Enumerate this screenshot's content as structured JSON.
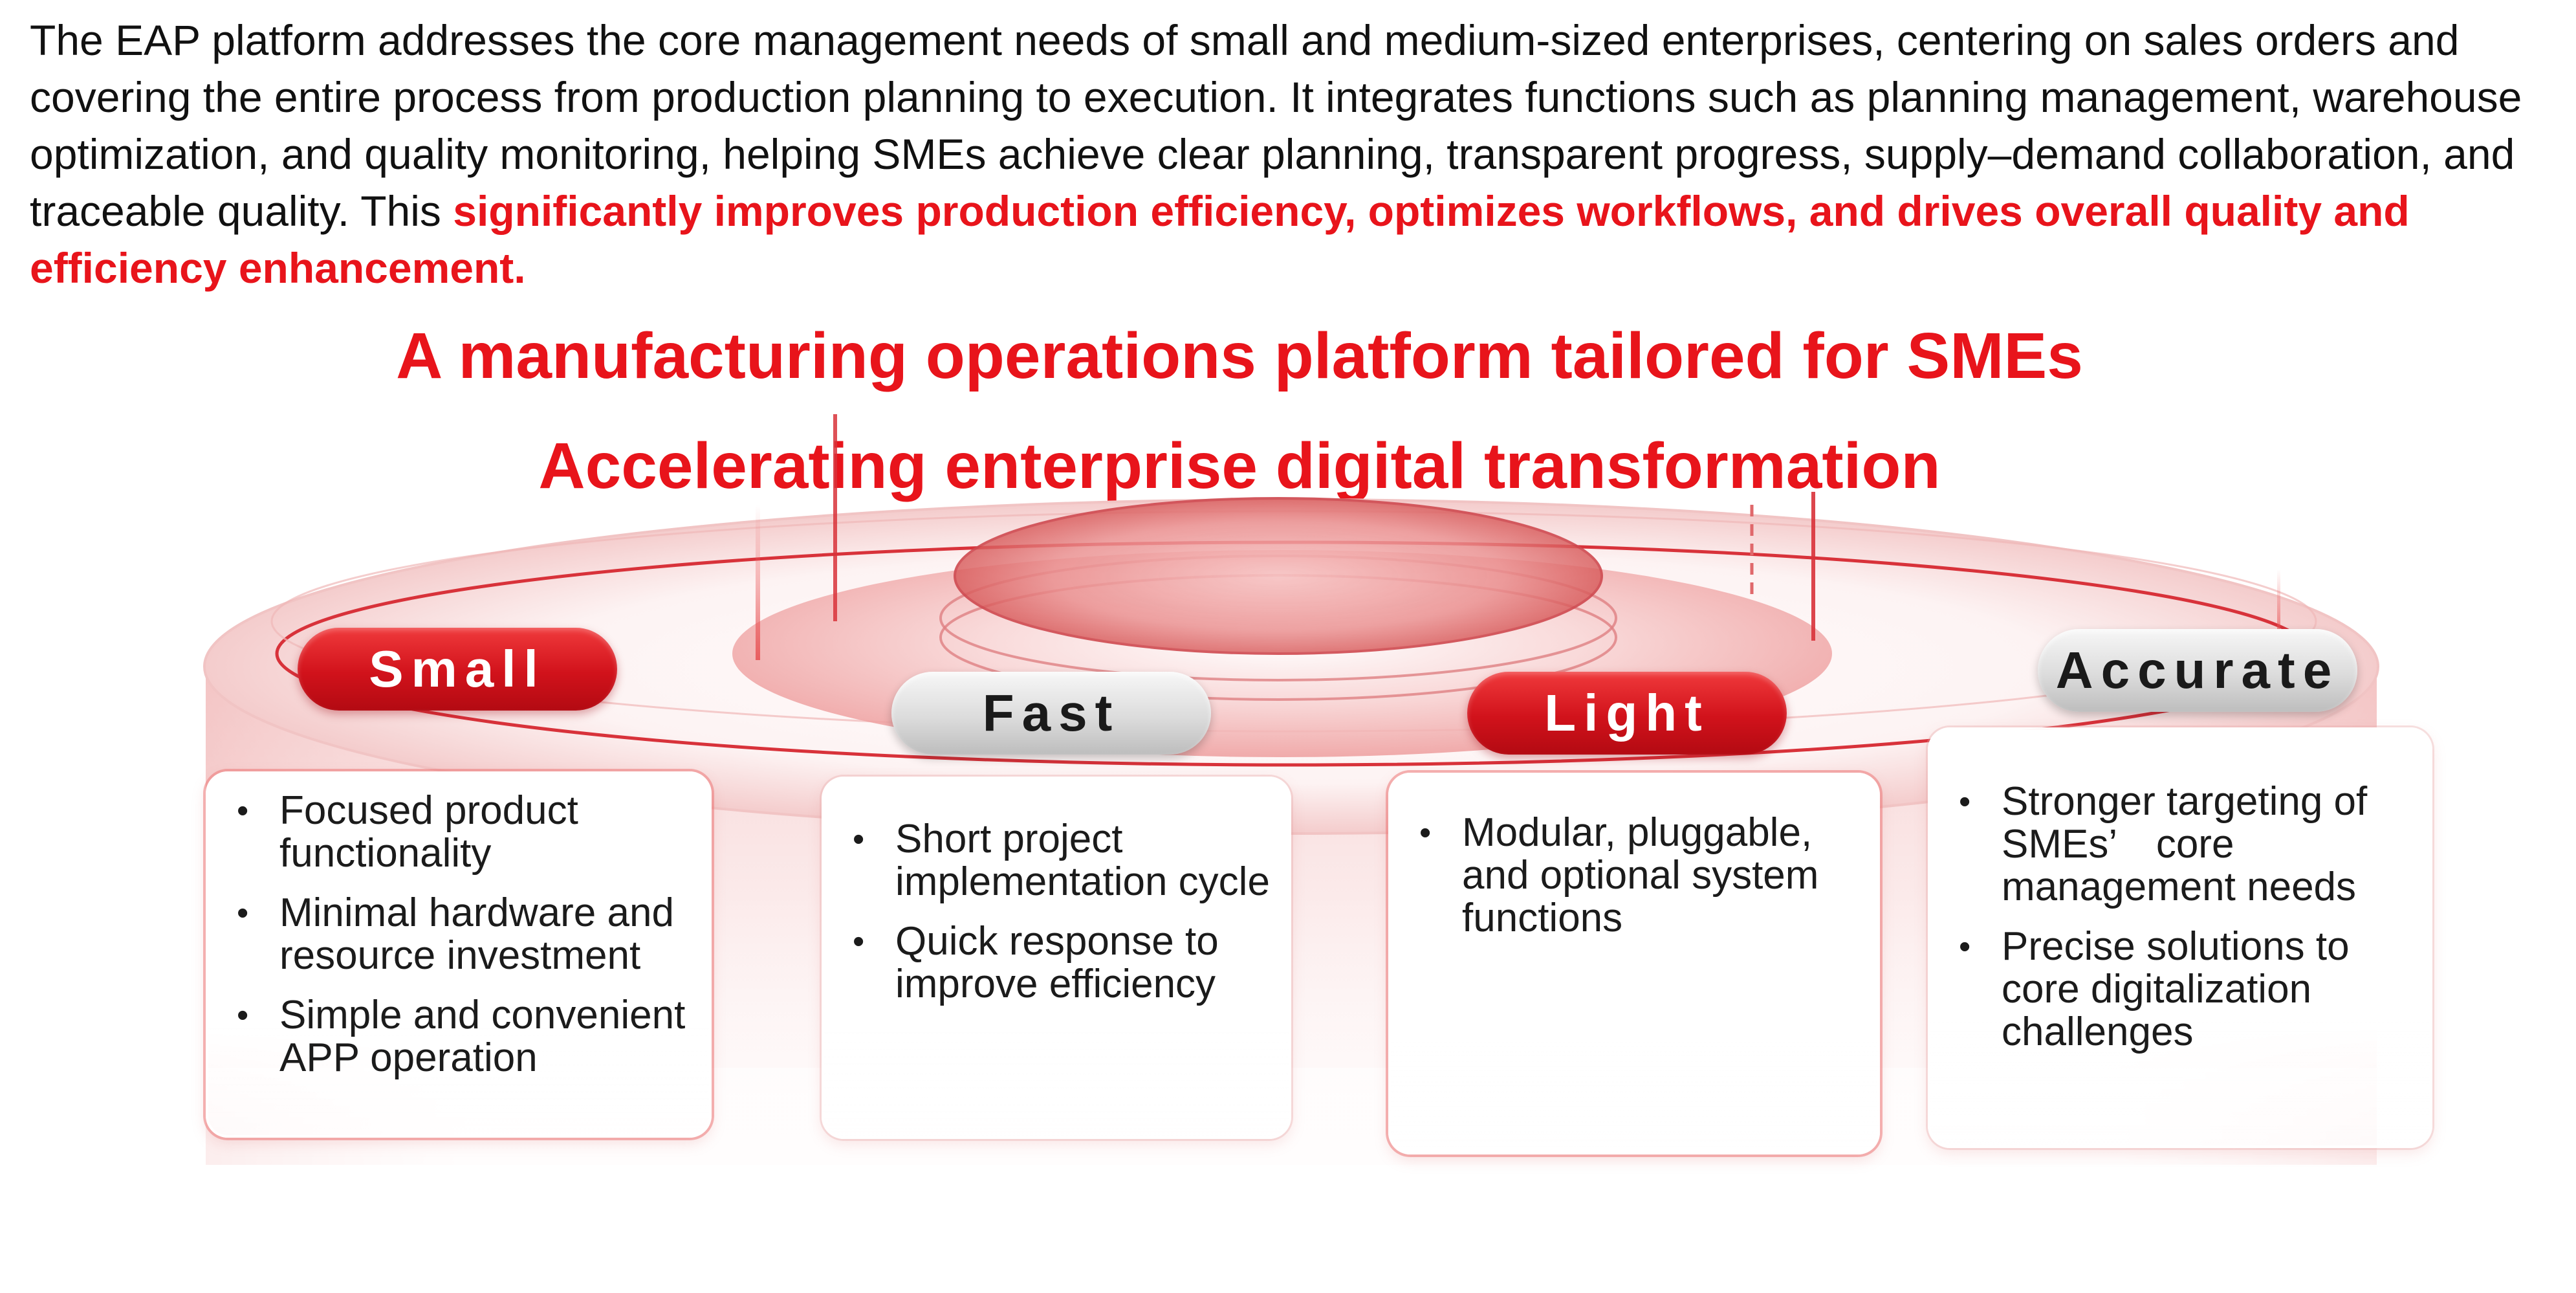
{
  "intro": {
    "text": "The EAP platform addresses the core management needs of small and medium-sized enterprises, centering on sales orders and covering the entire process from production planning to execution. It integrates functions such as planning management, warehouse optimization, and quality monitoring, helping SMEs achieve clear planning, transparent progress, supply–demand collaboration, and traceable quality. This ",
    "highlight": "significantly improves production efficiency, optimizes workflows, and drives overall quality and efficiency enhancement."
  },
  "headline": {
    "line1": "A manufacturing operations platform tailored for SMEs",
    "line2": "Accelerating enterprise digital transformation"
  },
  "pillars": [
    {
      "label": "Small",
      "style": "red",
      "points": [
        "Focused product functionality",
        "Minimal hardware and resource investment",
        "Simple and convenient APP operation"
      ]
    },
    {
      "label": "Fast",
      "style": "grey",
      "points": [
        "Short project implementation cycle",
        "Quick response to improve efficiency"
      ]
    },
    {
      "label": "Light",
      "style": "red",
      "points": [
        "Modular, pluggable, and optional system functions"
      ]
    },
    {
      "label": "Accurate",
      "style": "grey",
      "points": [
        "Stronger targeting of SMEs’　core management needs",
        "Precise solutions to core digitalization challenges"
      ]
    }
  ],
  "colors": {
    "accent": "#e8141b",
    "text": "#111111",
    "pill_grey": "#d9d9d9",
    "platform_pink": "#f6d0d0"
  }
}
